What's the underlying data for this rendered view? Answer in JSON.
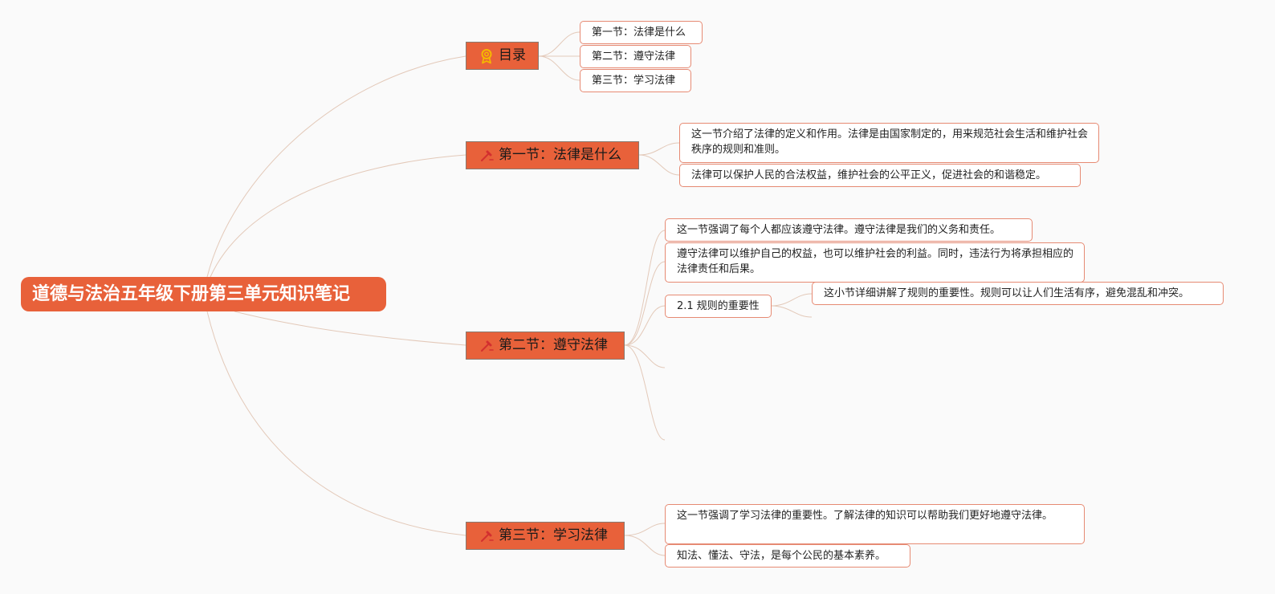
{
  "root": {
    "label": "道德与法治五年级下册第三单元知识笔记"
  },
  "topics": {
    "toc": {
      "label": "目录",
      "icon": "award-ribbon-icon",
      "items": [
        "第一节：法律是什么",
        "第二节：遵守法律",
        "第三节：学习法律"
      ]
    },
    "s1": {
      "label": "第一节：法律是什么",
      "icon": "hammer-icon",
      "notes": [
        "这一节介绍了法律的定义和作用。法律是由国家制定的，用来规范社会生活和维护社会秩序的规则和准则。",
        "法律可以保护人民的合法权益，维护社会的公平正义，促进社会的和谐稳定。"
      ]
    },
    "s2": {
      "label": "第二节：遵守法律",
      "icon": "hammer-icon",
      "notes": [
        "这一节强调了每个人都应该遵守法律。遵守法律是我们的义务和责任。",
        "遵守法律可以维护自己的权益，也可以维护社会的利益。同时，违法行为将承担相应的法律责任和后果。"
      ],
      "sub": {
        "label": "2.1 规则的重要性",
        "note": "这小节详细讲解了规则的重要性。规则可以让人们生活有序，避免混乱和冲突。"
      }
    },
    "s3": {
      "label": "第三节：学习法律",
      "icon": "hammer-icon",
      "notes": [
        "这一节强调了学习法律的重要性。了解法律的知识可以帮助我们更好地遵守法律。",
        "知法、懂法、守法，是每个公民的基本素养。"
      ]
    }
  },
  "colors": {
    "background": "#fafafa",
    "accent": "#e8613a",
    "leaf_border": "#e68a73",
    "connector": "#e3c9b9"
  }
}
